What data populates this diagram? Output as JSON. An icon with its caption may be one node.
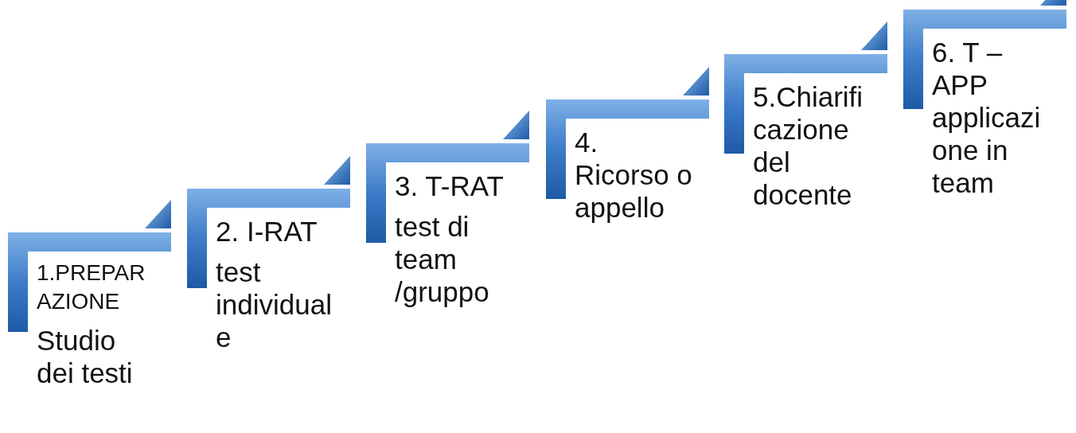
{
  "diagram": {
    "nodes": [
      {
        "text": [
          "1.PREPARAZIONE",
          "Studio dei testi"
        ]
      },
      {
        "text": [
          "2. I-RAT",
          "test individuale"
        ]
      },
      {
        "text": [
          "3. T-RAT",
          "test di team /gruppo"
        ]
      },
      {
        "text": [
          "4. Ricorso o appello"
        ]
      },
      {
        "text": [
          "5.Chiarificazione del docente"
        ]
      },
      {
        "text": [
          "6. T – APP applicazione in team"
        ]
      }
    ]
  }
}
